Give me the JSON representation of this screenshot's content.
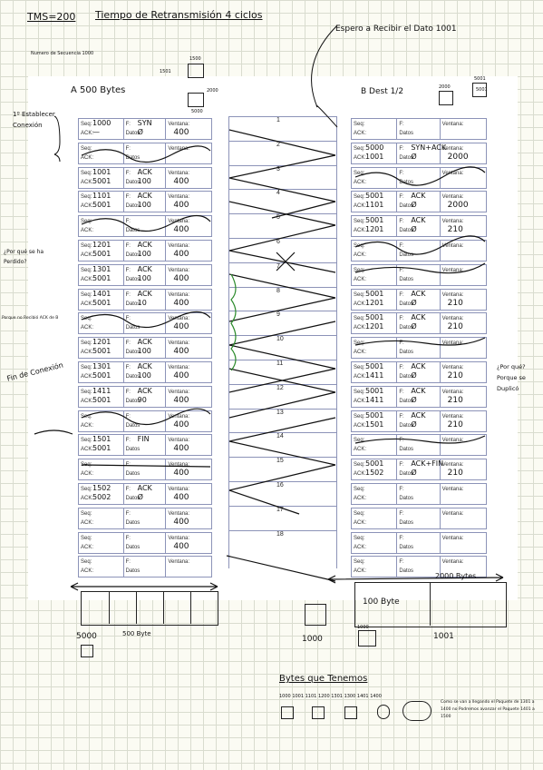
{
  "header": {
    "tms": "TMS=200",
    "title": "Tiempo de Retransmisión 4 ciclos",
    "subtitle": "Numero de Secuencia 1000"
  },
  "hostA": {
    "label": "A 500 Bytes",
    "n1": "1501",
    "n2": "1500",
    "n3": "2000",
    "n4": "5000"
  },
  "hostB": {
    "label": "B Dest 1/2",
    "n1": "5001",
    "n2": "2000",
    "n3": "5001"
  },
  "notes": {
    "topright": "Espero a Recibir el Dato 1001",
    "estab": "1º Establecer Conexión",
    "porque1": "¿Por qué se ha Perdido?",
    "porque2": "Porque no Recibió ACK de B",
    "fin": "Fin de Conexión",
    "porque3": "¿Por qué? Porque se Duplicó",
    "bytes_b": "2000 Bytes",
    "buf_b": "100 Byte",
    "bytes_a": "500 Byte",
    "n5000": "5000",
    "n1000": "1000",
    "n1001": "1001",
    "n1000b": "1000",
    "bitsq": "Bytes que Tenemos",
    "bits_nums": "1000 1001 1101 1200 1301 1300 1401 1400",
    "bits_note": "Como se van a llegando el Paquete de 1301 a 1400 no Podremos avanzar el Paquete 1401 a 1500"
  },
  "field_labels": {
    "seq": "Seq:",
    "ack": "ACK:",
    "f": "F:",
    "datos": "Datos",
    "ventana": "Ventana:"
  },
  "left_rows": [
    {
      "seq": "1000",
      "ack": "—",
      "f": "SYN",
      "datos": "Ø",
      "win": "400"
    },
    {
      "seq": "",
      "ack": "",
      "f": "",
      "datos": "",
      "win": ""
    },
    {
      "seq": "1001",
      "ack": "5001",
      "f": "ACK",
      "datos": "100",
      "win": "400"
    },
    {
      "seq": "1101",
      "ack": "5001",
      "f": "ACK",
      "datos": "100",
      "win": "400"
    },
    {
      "seq": "",
      "ack": "",
      "f": "",
      "datos": "",
      "win": "400"
    },
    {
      "seq": "1201",
      "ack": "5001",
      "f": "ACK",
      "datos": "100",
      "win": "400"
    },
    {
      "seq": "1301",
      "ack": "5001",
      "f": "ACK",
      "datos": "100",
      "win": "400"
    },
    {
      "seq": "1401",
      "ack": "5001",
      "f": "ACK",
      "datos": "10",
      "win": "400"
    },
    {
      "seq": "",
      "ack": "",
      "f": "",
      "datos": "",
      "win": "400"
    },
    {
      "seq": "1201",
      "ack": "5001",
      "f": "ACK",
      "datos": "100",
      "win": "400"
    },
    {
      "seq": "1301",
      "ack": "5001",
      "f": "ACK",
      "datos": "100",
      "win": "400"
    },
    {
      "seq": "1411",
      "ack": "5001",
      "f": "ACK",
      "datos": "90",
      "win": "400"
    },
    {
      "seq": "",
      "ack": "",
      "f": "",
      "datos": "",
      "win": "400"
    },
    {
      "seq": "1501",
      "ack": "5001",
      "f": "FIN",
      "datos": "",
      "win": "400"
    },
    {
      "seq": "",
      "ack": "",
      "f": "",
      "datos": "",
      "win": "400"
    },
    {
      "seq": "1502",
      "ack": "5002",
      "f": "ACK",
      "datos": "Ø",
      "win": "400"
    },
    {
      "seq": "",
      "ack": "",
      "f": "",
      "datos": "",
      "win": "400"
    },
    {
      "seq": "",
      "ack": "",
      "f": "",
      "datos": "",
      "win": "400"
    },
    {
      "seq": "",
      "ack": "",
      "f": "",
      "datos": "",
      "win": ""
    }
  ],
  "right_rows": [
    {
      "seq": "",
      "ack": "",
      "f": "",
      "datos": "",
      "win": ""
    },
    {
      "seq": "5000",
      "ack": "1001",
      "f": "SYN+ACK",
      "datos": "Ø",
      "win": "2000"
    },
    {
      "seq": "",
      "ack": "",
      "f": "",
      "datos": "",
      "win": ""
    },
    {
      "seq": "5001",
      "ack": "1101",
      "f": "ACK",
      "datos": "Ø",
      "win": "2000"
    },
    {
      "seq": "5001",
      "ack": "1201",
      "f": "ACK",
      "datos": "Ø",
      "win": "210"
    },
    {
      "seq": "",
      "ack": "",
      "f": "",
      "datos": "",
      "win": ""
    },
    {
      "seq": "",
      "ack": "",
      "f": "",
      "datos": "",
      "win": ""
    },
    {
      "seq": "5001",
      "ack": "1201",
      "f": "ACK",
      "datos": "Ø",
      "win": "210"
    },
    {
      "seq": "5001",
      "ack": "1201",
      "f": "ACK",
      "datos": "Ø",
      "win": "210"
    },
    {
      "seq": "",
      "ack": "",
      "f": "",
      "datos": "",
      "win": ""
    },
    {
      "seq": "5001",
      "ack": "1411",
      "f": "ACK",
      "datos": "Ø",
      "win": "210"
    },
    {
      "seq": "5001",
      "ack": "1411",
      "f": "ACK",
      "datos": "Ø",
      "win": "210"
    },
    {
      "seq": "5001",
      "ack": "1501",
      "f": "ACK",
      "datos": "Ø",
      "win": "210"
    },
    {
      "seq": "",
      "ack": "",
      "f": "",
      "datos": "",
      "win": ""
    },
    {
      "seq": "5001",
      "ack": "1502",
      "f": "ACK+FIN",
      "datos": "Ø",
      "win": "210"
    },
    {
      "seq": "",
      "ack": "",
      "f": "",
      "datos": "",
      "win": ""
    },
    {
      "seq": "",
      "ack": "",
      "f": "",
      "datos": "",
      "win": ""
    },
    {
      "seq": "",
      "ack": "",
      "f": "",
      "datos": "",
      "win": ""
    },
    {
      "seq": "",
      "ack": "",
      "f": "",
      "datos": "",
      "win": ""
    }
  ],
  "step_numbers": [
    "1",
    "2",
    "3",
    "4",
    "5",
    "6",
    "7",
    "8",
    "9",
    "10",
    "11",
    "12",
    "13",
    "14",
    "15",
    "16",
    "17",
    "18"
  ],
  "colors": {
    "ink": "#111111",
    "grid": "#d9dccf",
    "table": "#8c93b8",
    "green": "#2a8a2a"
  }
}
